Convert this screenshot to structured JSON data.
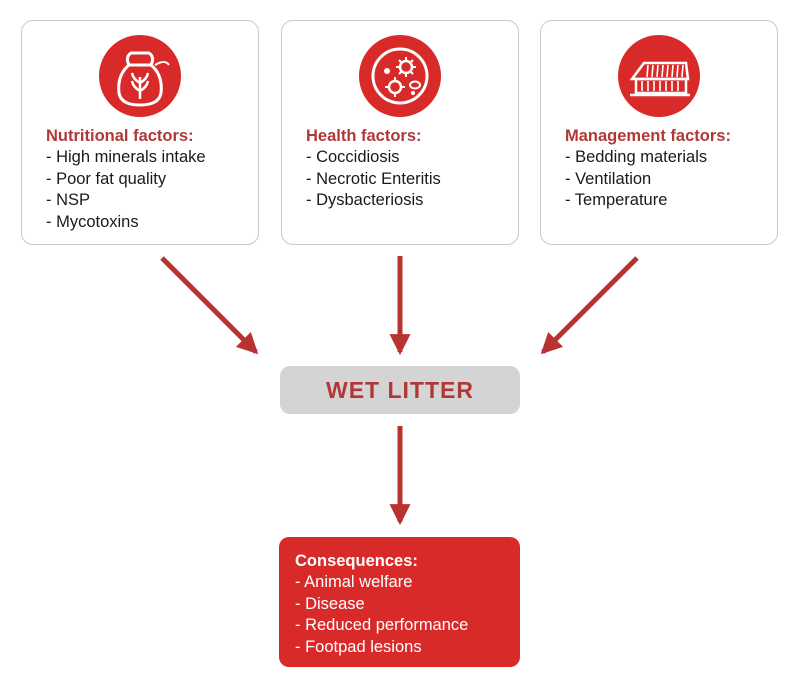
{
  "factors": [
    {
      "title": "Nutritional factors:",
      "icon": "feed-sack-icon",
      "items": [
        "- High minerals intake",
        "- Poor fat quality",
        "- NSP",
        "- Mycotoxins"
      ]
    },
    {
      "title": "Health factors:",
      "icon": "microbes-icon",
      "items": [
        "- Coccidiosis",
        "- Necrotic Enteritis",
        "- Dysbacteriosis"
      ]
    },
    {
      "title": "Management factors:",
      "icon": "poultry-house-icon",
      "items": [
        "- Bedding materials",
        "- Ventilation",
        "- Temperature"
      ]
    }
  ],
  "center": {
    "label": "WET LITTER"
  },
  "consequences": {
    "title": "Consequences:",
    "items": [
      "- Animal welfare",
      "- Disease",
      "- Reduced performance",
      "- Footpad lesions"
    ]
  },
  "colors": {
    "accent_red": "#d92a2a",
    "title_red": "#b23838",
    "arrow": "#b8322f",
    "center_bg": "#d4d4d4",
    "card_border": "#c9c9c9"
  }
}
